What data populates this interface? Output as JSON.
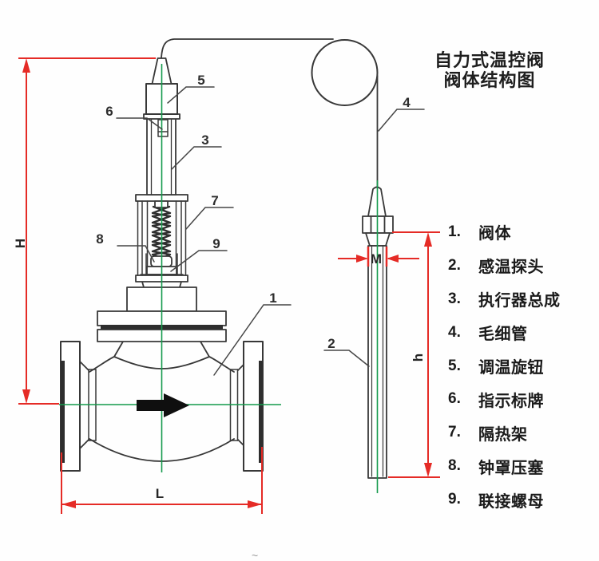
{
  "title": {
    "line1": "自力式温控阀",
    "line2": "阀体结构图"
  },
  "legend": {
    "items": [
      {
        "num": "1.",
        "label": "阀体"
      },
      {
        "num": "2.",
        "label": "感温探头"
      },
      {
        "num": "3.",
        "label": "执行器总成"
      },
      {
        "num": "4.",
        "label": "毛细管"
      },
      {
        "num": "5.",
        "label": "调温旋钮"
      },
      {
        "num": "6.",
        "label": "指示标牌"
      },
      {
        "num": "7.",
        "label": "隔热架"
      },
      {
        "num": "8.",
        "label": "钟罩压塞"
      },
      {
        "num": "9.",
        "label": "联接螺母"
      }
    ]
  },
  "dims": {
    "H": "H",
    "L": "L",
    "M": "M",
    "h": "h"
  },
  "callouts": {
    "c1": "1",
    "c2": "2",
    "c3": "3",
    "c4": "4",
    "c5": "5",
    "c6": "6",
    "c7": "7",
    "c8": "8",
    "c9": "9"
  },
  "misc": {
    "stray_mark": "~"
  },
  "colors": {
    "dimension_red": "#e52b26",
    "centerline_green": "#149a4c",
    "line_dark": "#383838",
    "text_dark": "#1e1e1e",
    "background": "#fefefe"
  }
}
